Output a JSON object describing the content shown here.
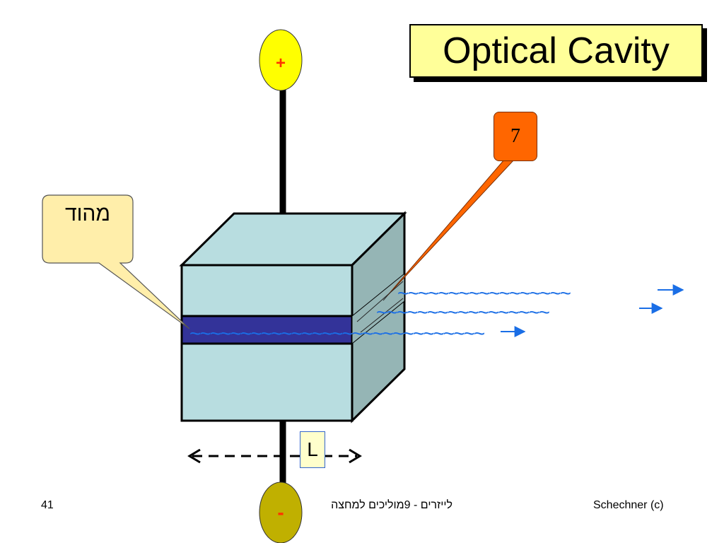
{
  "title": "Optical Cavity",
  "callout_number": "7",
  "callout_label": "מהוד",
  "terminal_plus": "+",
  "terminal_minus": "-",
  "length_symbol": "L",
  "footer": {
    "page_number": "41",
    "course": "לייזרים - 9מוליכים למחצה",
    "author": "Schechner (c)"
  },
  "colors": {
    "title_bg": "#ffff99",
    "cube_face": "#b8dde0",
    "cube_side": "#95b5b5",
    "active_layer": "#333399",
    "wave": "#1a6ee6",
    "callout_orange": "#ff6600",
    "callout_yellow": "#ffeeaa",
    "terminal_yellow": "#ffff00",
    "terminal_olive": "#c0b000"
  },
  "icons": {
    "wave": "tilde-wave",
    "arrow": "right-arrow"
  }
}
